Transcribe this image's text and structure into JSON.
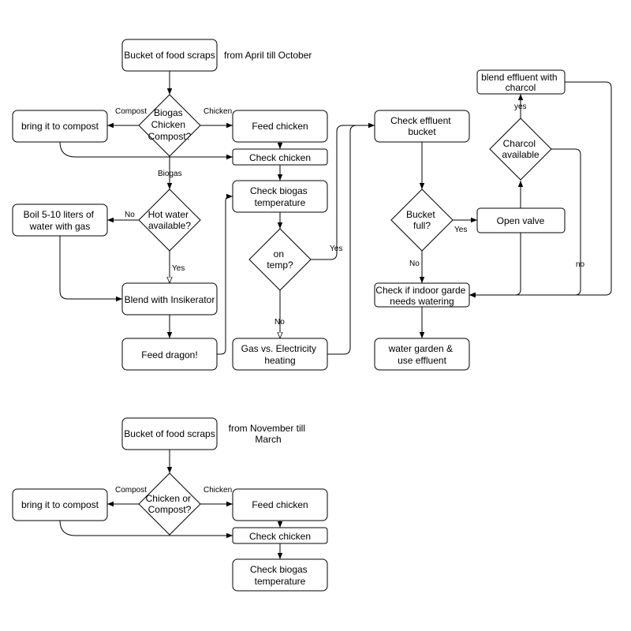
{
  "summer": {
    "start": "Bucket of food scraps",
    "period": "from April till October",
    "decision_type": [
      "Biogas",
      "Chicken",
      "Compost?"
    ],
    "label_compost": "Compost",
    "label_chicken": "Chicken",
    "label_biogas": "Biogas",
    "compost": "bring it to compost",
    "feed_chicken": "Feed chicken",
    "check_chicken": "Check chicken",
    "hot_water": [
      "Hot water",
      "available?"
    ],
    "label_hot_no": "No",
    "label_hot_yes": "Yes",
    "boil": [
      "Boil 5-10 liters of",
      "water with gas"
    ],
    "blend": "Blend with Insikerator",
    "feed_dragon": "Feed dragon!",
    "check_temp": [
      "Check biogas",
      "temperature"
    ],
    "on_temp": [
      "on",
      "temp?"
    ],
    "label_temp_yes": "Yes",
    "label_temp_no": "No",
    "gas_vs_elec": [
      "Gas vs. Electricity",
      "heating"
    ],
    "check_effluent": [
      "Check effluent",
      "bucket"
    ],
    "bucket_full": [
      "Bucket",
      "full?"
    ],
    "label_full_yes": "Yes",
    "label_full_no": "No",
    "open_valve": "Open valve",
    "charcol": [
      "Charcol",
      "available"
    ],
    "label_charcol_yes": "yes",
    "label_charcol_no": "no",
    "blend_charcol": [
      "blend effluent with",
      "charcol"
    ],
    "check_indoor": [
      "Check if indoor garde",
      "needs watering"
    ],
    "water_garden": [
      "water garden &",
      "use effluent"
    ]
  },
  "winter": {
    "start": "Bucket of food scraps",
    "period": [
      "from November till",
      "March"
    ],
    "decision": [
      "Chicken or",
      "Compost?"
    ],
    "label_compost": "Compost",
    "label_chicken": "Chicken",
    "compost": "bring it to compost",
    "feed_chicken": "Feed chicken",
    "check_chicken": "Check chicken",
    "check_temp": [
      "Check biogas",
      "temperature"
    ]
  }
}
